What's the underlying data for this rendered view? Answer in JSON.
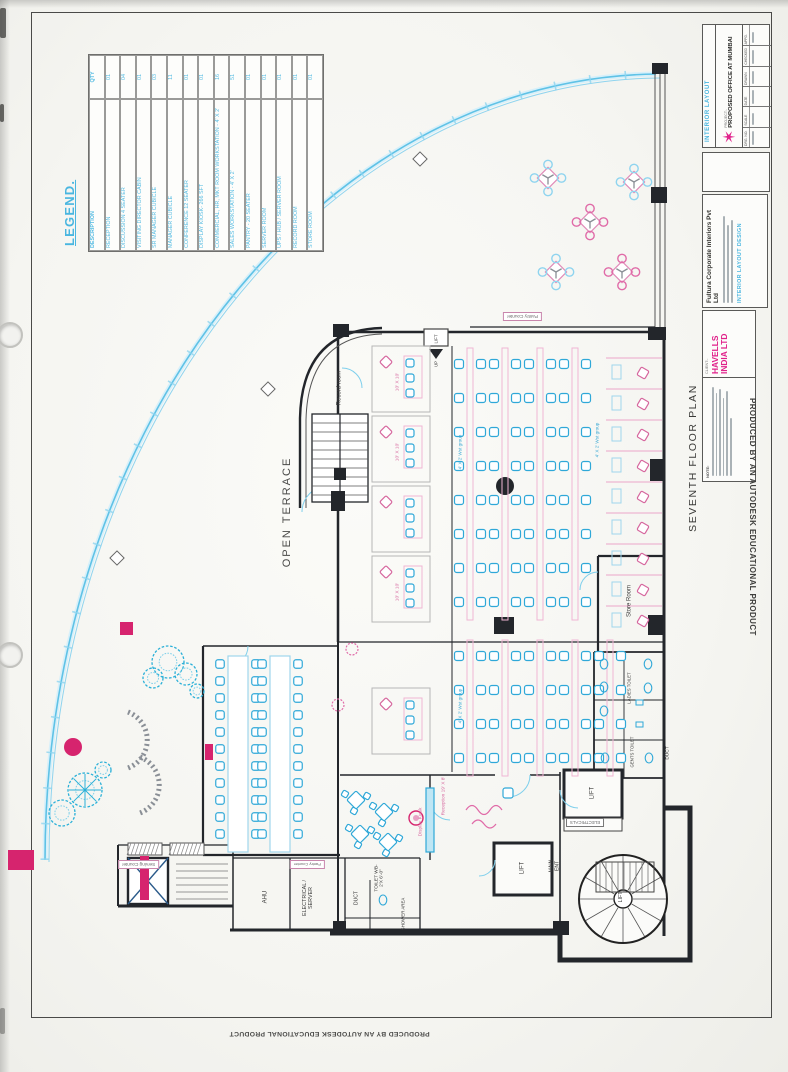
{
  "page": {
    "produced_by": "PRODUCED BY AN AUTODESK EDUCATIONAL PRODUCT"
  },
  "plan": {
    "floor_title": "SEVENTH FLOOR PLAN",
    "open_terrace": "OPEN TERRACE"
  },
  "legend": {
    "title": "LEGEND.",
    "columns": {
      "description": "DESCRIPTION",
      "qty": "QTY"
    },
    "rows": [
      {
        "description": "RECEPTION",
        "qty": "01"
      },
      {
        "description": "DISCUSSION 4 SEATER",
        "qty": "04"
      },
      {
        "description": "VISITING DIRECTOR CABIN",
        "qty": "01"
      },
      {
        "description": "Sr MANAGER CUBICLE",
        "qty": "03"
      },
      {
        "description": "MANAGER CUBICLE",
        "qty": "11"
      },
      {
        "description": "CONFERENCE 12 SEATER",
        "qty": "01"
      },
      {
        "description": "DISPLAY KIOSK- 266 SFT",
        "qty": "01"
      },
      {
        "description": "Commercial, HR, Mkt room WORKSTATION - 4' X 2'",
        "qty": "16"
      },
      {
        "description": "SALES WORKSTATION - 4' X 2'",
        "qty": "51"
      },
      {
        "description": "PANTRY - 20 SEATER",
        "qty": "01"
      },
      {
        "description": "SERVER ROOM",
        "qty": "01"
      },
      {
        "description": "UPS / HUB / SERVER ROOM",
        "qty": "01"
      },
      {
        "description": "RECORD ROOM",
        "qty": "01"
      },
      {
        "description": "STORE ROOM",
        "qty": "01"
      }
    ]
  },
  "title_block": {
    "drawing_type": "INTERIOR LAYOUT",
    "project_label": "PROJECT:-",
    "project_name": "PROPOSED OFFICE AT MUMBAI",
    "firm_name": "Fultura Corporate Interiors Pvt Ltd",
    "firm_tagline": "INTERIOR LAYOUT DESIGN",
    "client_label": "CLIENT:-",
    "client_name": "HAVELLS INDIA LTD",
    "note_label": "NOTE:",
    "grid_labels": [
      "DRG. NO.",
      "SCALE",
      "DATE",
      "DRAWN",
      "CHECKED",
      "APPD."
    ],
    "accent_pink": "#e0218a",
    "accent_cyan": "#49b6e0"
  },
  "rooms": {
    "record_room": "Record room",
    "pantry_counter": "Pantry Counter",
    "serving_counter": "Serving Counter",
    "ahu": "AHU",
    "electrical_server": "ELECTRICAL / SERVER",
    "toilet": "TOILET WB- 2'X 6'-0\"",
    "duct": "DUCT",
    "shower_area": "SHOWER AREA",
    "store_room": "Store Room",
    "ladies_toilet": "LADIES TOILET",
    "gents_toilet": "GENTS TOILET",
    "lift": "LIFT",
    "up": "UP",
    "main_ent": "MAIN ENT",
    "electricals": "ELECTRICALS",
    "reception": "Reception 19' X 8'",
    "display_kiosk": "Display Kiosk",
    "cabin_size": "10' X 10'",
    "wst_group": "4' X 2' Wst group"
  }
}
